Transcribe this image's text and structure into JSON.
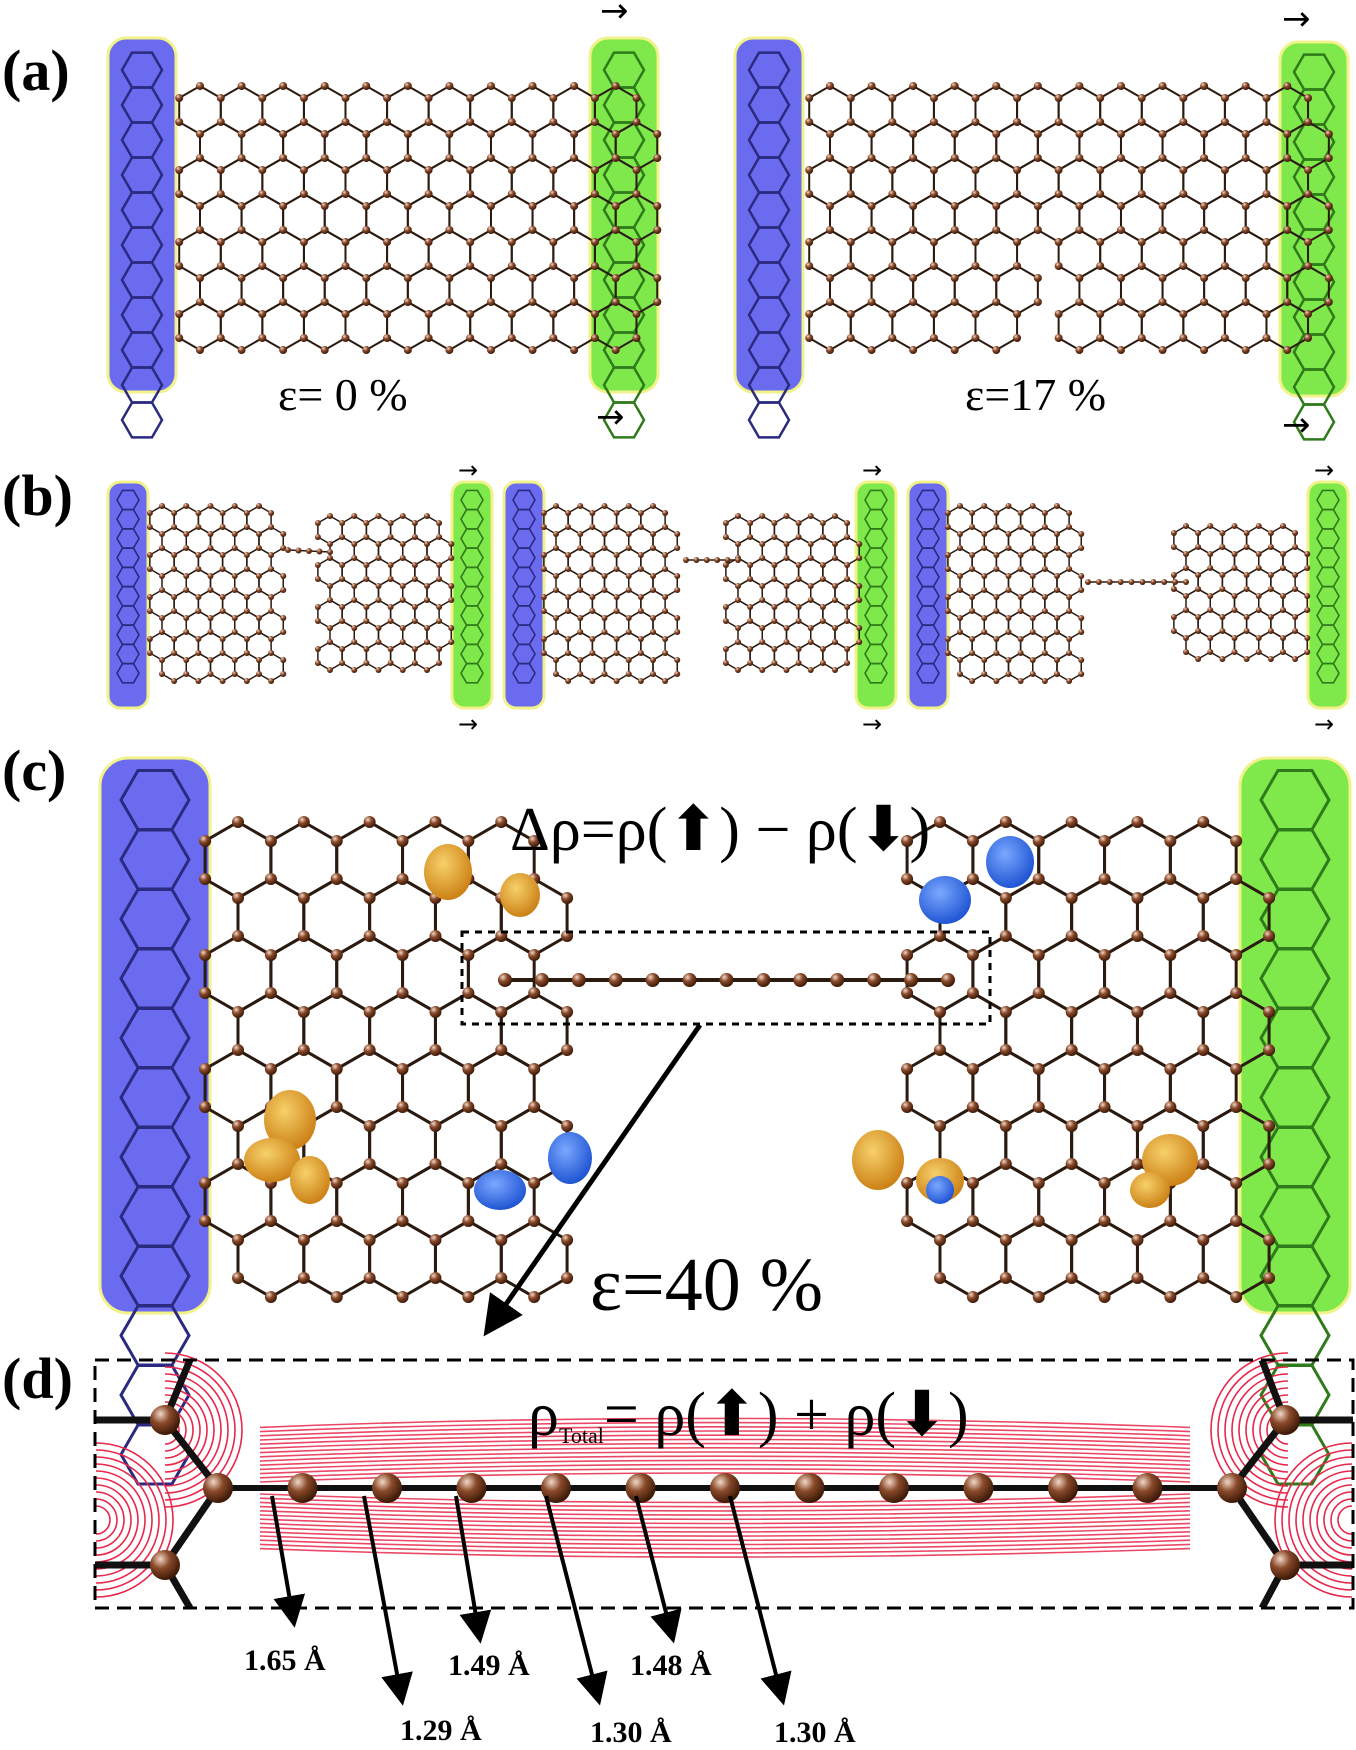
{
  "panels": {
    "a": {
      "label": "(a)",
      "strain_left": "ε= 0 %",
      "strain_right": "ε=17 %"
    },
    "b": {
      "label": "(b)"
    },
    "c": {
      "label": "(c)",
      "formula": "Δρ=ρ(⬆) − ρ(⬇)",
      "strain": "ε=40 %"
    },
    "d": {
      "label": "(d)",
      "formula_prefix": "ρ",
      "formula_sub": "Total",
      "formula_rest": "= ρ(⬆) + ρ(⬇)"
    }
  },
  "bond_lengths": [
    "1.65 Å",
    "1.29 Å",
    "1.49 Å",
    "1.30 Å",
    "1.48 Å",
    "1.30 Å"
  ],
  "colors": {
    "left_electrode": "#6b6bf0",
    "right_electrode": "#7fe84a",
    "electrode_border": "#f2f28a",
    "atom": "#7a3b1d",
    "bond": "#2a1a10",
    "spin_up_density": "#e39a1e",
    "spin_down_density": "#2a6fe0",
    "charge_contour": "#e8284a"
  },
  "icons": [
    "arrow-right-icon",
    "spin-up-arrow-icon",
    "spin-down-arrow-icon"
  ]
}
